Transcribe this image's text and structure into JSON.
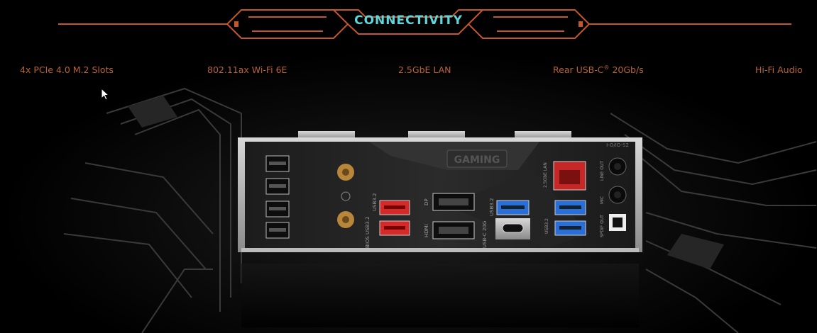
{
  "header": {
    "title": "CONNECTIVITY"
  },
  "features": [
    {
      "label": "4x PCIe 4.0 M.2 Slots"
    },
    {
      "label": "802.11ax Wi-Fi 6E"
    },
    {
      "label": "2.5GbE LAN"
    },
    {
      "label": "Rear USB-C",
      "sup": "®",
      "suffix": " 20Gb/s"
    },
    {
      "label": "Hi-Fi Audio"
    }
  ],
  "io_panel": {
    "brand": "GAMING",
    "model": "I-O/IO-S2",
    "labels": {
      "usb_bios": "BIOS USB3.2",
      "usb32_top": "USB3.2",
      "dp": "DP",
      "hdmi": "HDMI",
      "usbc": "USB-C 20G",
      "usb32_mid": "USB3.2",
      "lan": "2.5GbE LAN",
      "usb32_right": "USB3.2",
      "line_out": "LINE OUT",
      "mic": "MIC",
      "spdif": "SPDIF OUT"
    }
  },
  "colors": {
    "accent_orange": "#c4572a",
    "title_cyan": "#5fd6dc",
    "feature_text": "#b8623a",
    "usb_red": "#d42a2a",
    "usb_blue": "#2a6fd8"
  }
}
